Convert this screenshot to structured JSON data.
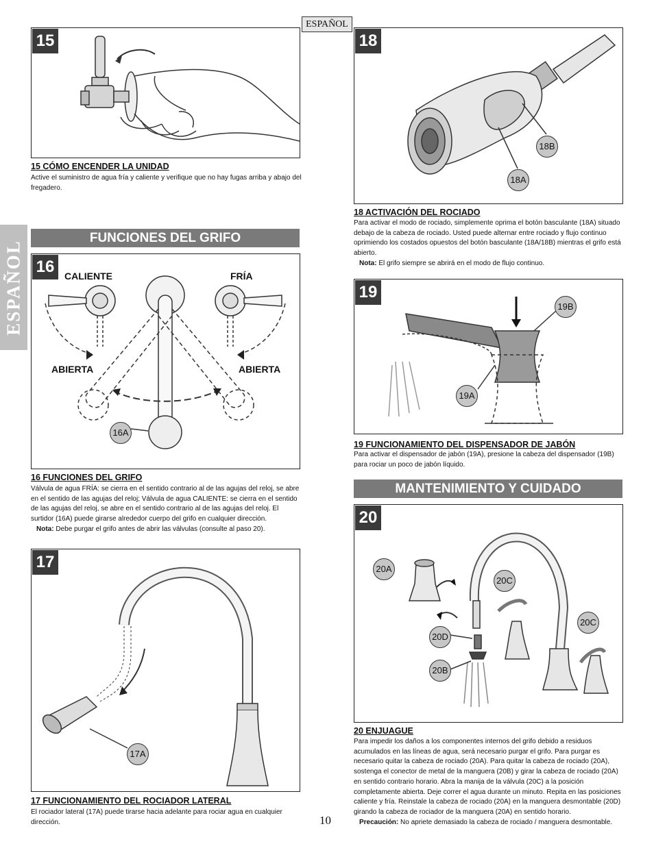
{
  "header": {
    "language_tag": "ESPAÑOL"
  },
  "side_tab": {
    "label": "ESPAÑOL"
  },
  "step15": {
    "number": "15",
    "title": "15  CÓMO ENCENDER LA UNIDAD",
    "body": "Active el suministro de agua fría y caliente y verifique que no hay fugas arriba y abajo del fregadero."
  },
  "section_faucet": {
    "title": "FUNCIONES DEL GRIFO"
  },
  "step16": {
    "number": "16",
    "labels": {
      "hot": "CALIENTE",
      "cold": "FRÍA",
      "open_left": "ABIERTA",
      "open_right": "ABIERTA",
      "callout": "16A"
    },
    "title": "16  FUNCIONES DEL GRIFO",
    "body": "Válvula de agua FRÍA: se cierra en el sentido contrario al de las agujas del reloj, se abre en el sentido de las agujas del reloj; Válvula de agua CALIENTE: se cierra en el sentido de las agujas del reloj, se abre en el sentido contrario al de las agujas del reloj. El surtidor (16A) puede girarse alrededor cuerpo del grifo en cualquier dirección.",
    "note_label": "Nota:",
    "note": "Debe purgar el grifo antes de abrir las válvulas (consulte al paso 20)."
  },
  "step17": {
    "number": "17",
    "callout": "17A",
    "title": "17  FUNCIONAMIENTO DEL ROCIADOR LATERAL",
    "body": "El rociador lateral (17A) puede tirarse hacia adelante para rociar agua en cualquier dirección."
  },
  "step18": {
    "number": "18",
    "callouts": [
      "18B",
      "18A"
    ],
    "title": "18  ACTIVACIÓN DEL ROCIADO",
    "body": "Para activar el modo de rociado, simplemente oprima el botón basculante (18A) situado debajo de la cabeza de rociado. Usted puede alternar entre rociado y flujo continuo oprimiendo los costados opuestos del botón basculante (18A/18B) mientras el grifo está abierto.",
    "note_label": "Nota:",
    "note": "El grifo siempre se abrirá en el modo de flujo continuo."
  },
  "step19": {
    "number": "19",
    "callouts": [
      "19B",
      "19A"
    ],
    "title": "19  FUNCIONAMIENTO DEL DISPENSADOR DE JABÓN",
    "body": "Para activar el dispensador de jabón (19A), presione la cabeza del dispensador (19B) para rociar un poco de jabón líquido."
  },
  "section_maint": {
    "title": "MANTENIMIENTO Y CUIDADO"
  },
  "step20": {
    "number": "20",
    "callouts": [
      "20A",
      "20C",
      "20C",
      "20D",
      "20B"
    ],
    "title": "20  ENJUAGUE",
    "body": "Para impedir los daños a los componentes internos del grifo debido a residuos acumulados en las líneas de agua, será necesario purgar el grifo. Para purgar es necesario quitar la cabeza de rociado (20A). Para quitar la cabeza de rociado (20A), sostenga el conector de metal de la manguera (20B) y girar la cabeza de rociado (20A) en sentido contrario horario. Abra la manija de la válvula (20C) a la posición completamente abierta. Deje correr el agua durante un minuto. Repita en las posiciones caliente y fría.  Reinstale la cabeza de rociado (20A) en la manguera desmontable (20D) girando la cabeza de rociador de la manguera (20A) en sentido horario.",
    "caution_label": "Precaución:",
    "caution": "No apriete demasiado la cabeza de rociado / manguera desmontable."
  },
  "footer": {
    "page_number": "10"
  }
}
